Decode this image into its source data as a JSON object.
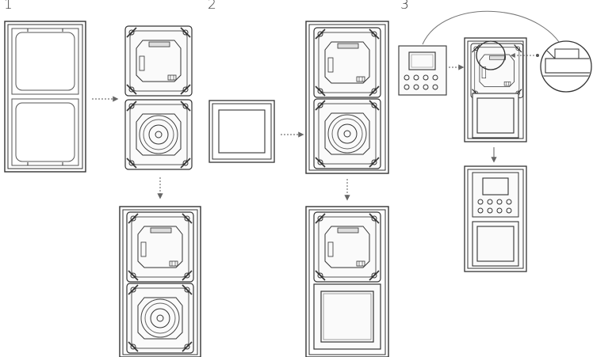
{
  "steps": [
    {
      "label": "1"
    },
    {
      "label": "2"
    },
    {
      "label": "3"
    }
  ]
}
